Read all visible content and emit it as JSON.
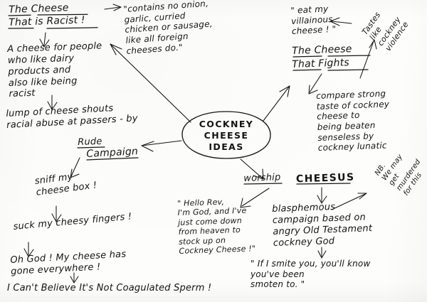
{
  "board": {
    "title": "Cockney Cheese Ideas mind map",
    "ink_color": "#151515",
    "paper_color": "#fdfdfb"
  },
  "center": {
    "line1": "COCKNEY",
    "line2": "CHEESE",
    "line3": "IDEAS"
  },
  "branches": [
    {
      "id": "racist",
      "heading_line1": "The Cheese",
      "heading_line2": "That is Racist !",
      "body": "A cheese for people\nwho like dairy\nproducts and\nalso like being\nracist",
      "detail": "lump of cheese shouts\nracial abuse at passers - by",
      "quote": "\"contains no onion,\ngarlic, curried\nchicken or sausage,\nlike all foreign\ncheeses do.\""
    },
    {
      "id": "fights",
      "heading_line1": "The Cheese",
      "heading_line2": "That Fights",
      "quote": "\" eat my\nvillainous\ncheese ! \"",
      "margin_note": "Tastes\nlike\ncockney\nviolence",
      "detail": "compare strong\ntaste of cockney\ncheese to\nbeing beaten\nsenseless by\ncockney lunatic"
    },
    {
      "id": "rude",
      "heading_line1": "Rude",
      "heading_line2": "Campaign",
      "slogan1": "sniff my\ncheese box !",
      "slogan2": "suck my cheesy fingers !",
      "slogan3": "Oh God ! My cheese has\n       gone everywhere !",
      "slogan4": "I Can't Believe It's Not Coagulated Sperm !"
    },
    {
      "id": "cheesus",
      "heading_line1": "worship",
      "heading_line2": "CHEESUS",
      "quote": "\" Hello Rev,\nI'm God, and I've\njust come down\nfrom heaven to\nstock up on\nCockney Cheese !\"",
      "detail": "blasphemous\ncampaign based on\nangry Old Testament\ncockney God",
      "margin_note": "NB.\nWe may\nget\nmurdered\nfor this",
      "quote2": "\" If I smite you, you'll know\n        you've been\n        smoten to. \""
    }
  ]
}
